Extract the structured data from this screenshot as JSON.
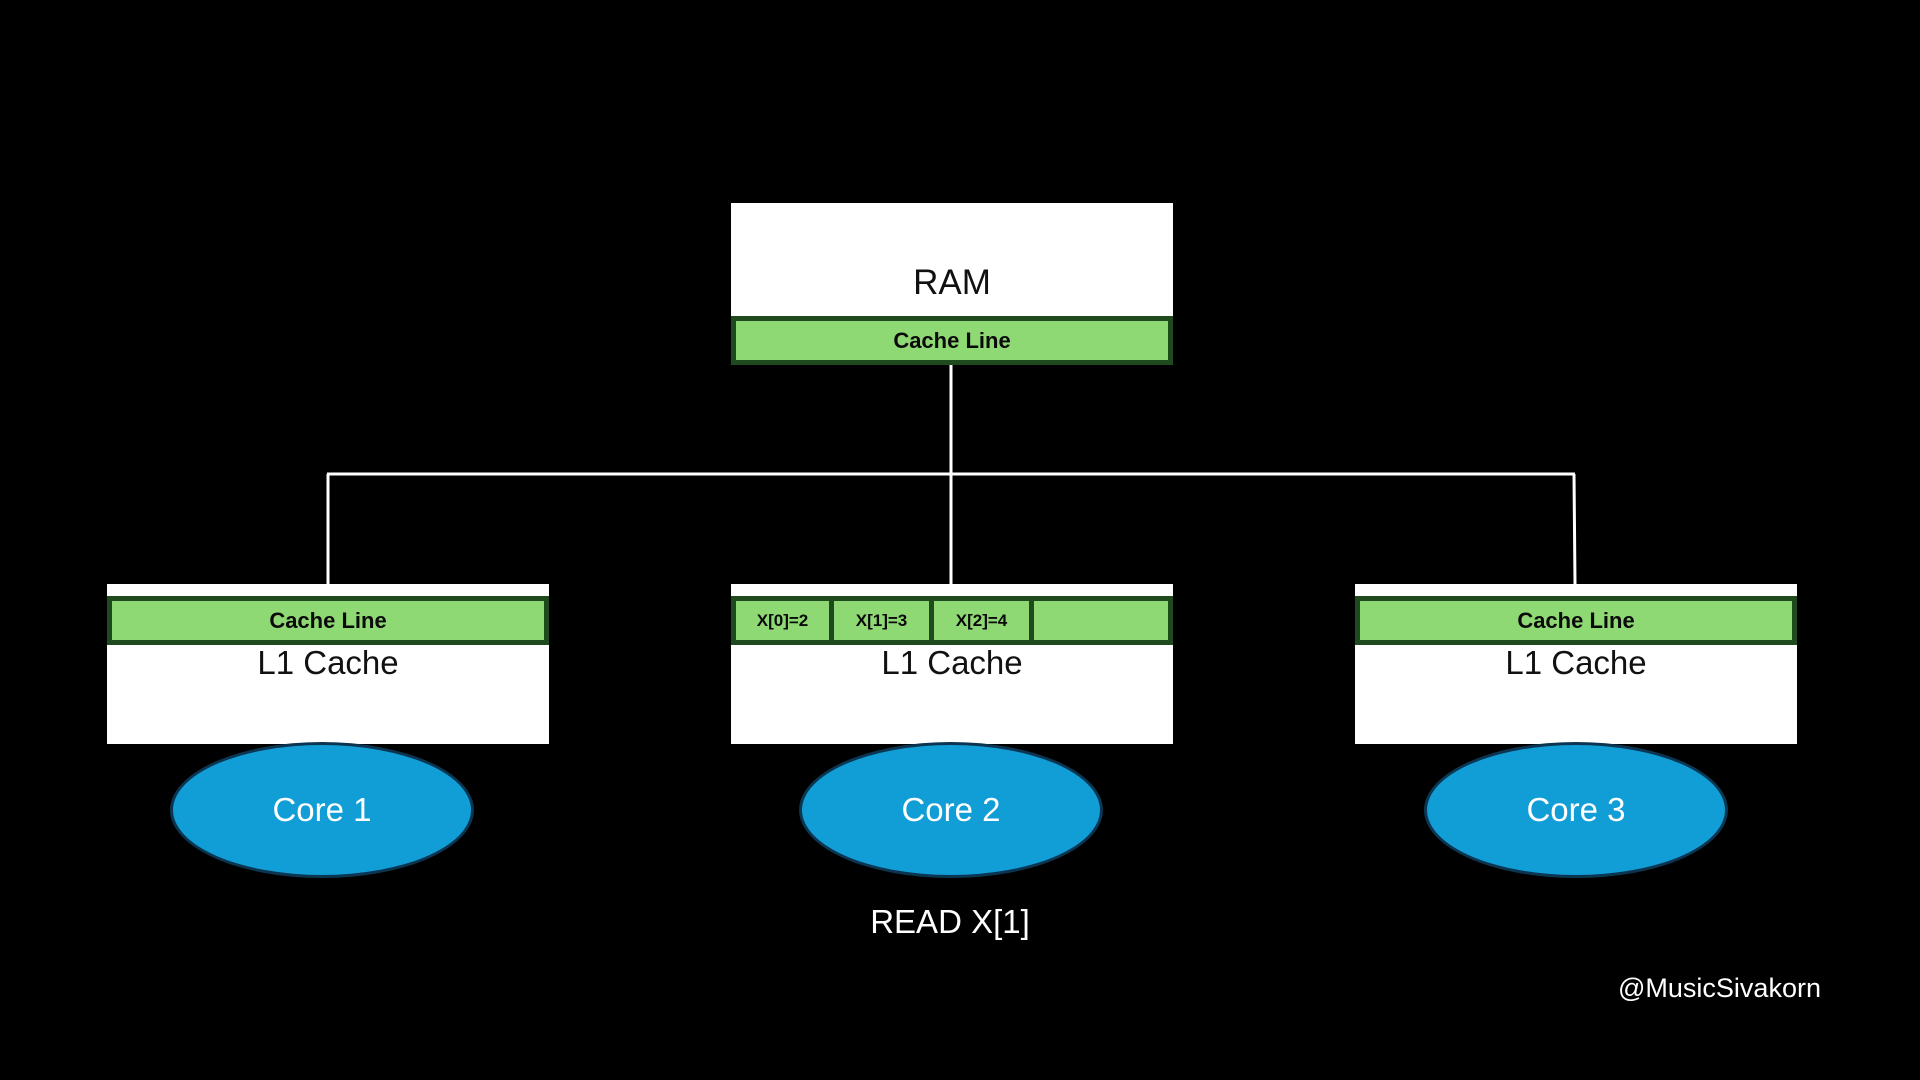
{
  "ram": {
    "label": "RAM",
    "cache_line": "Cache Line"
  },
  "caches": [
    {
      "label": "L1 Cache",
      "cache_line": "Cache Line",
      "core": "Core 1"
    },
    {
      "label": "L1 Cache",
      "cells": [
        "X[0]=2",
        "X[1]=3",
        "X[2]=4",
        ""
      ],
      "core": "Core 2"
    },
    {
      "label": "L1 Cache",
      "cache_line": "Cache Line",
      "core": "Core 3"
    }
  ],
  "caption": "READ X[1]",
  "credit": "@MusicSivakorn",
  "colors": {
    "background": "#000000",
    "cache_line_fill": "#8fd974",
    "cache_line_border": "#1e4a1e",
    "core_fill": "#119dd6",
    "wire": "#ffffff"
  }
}
